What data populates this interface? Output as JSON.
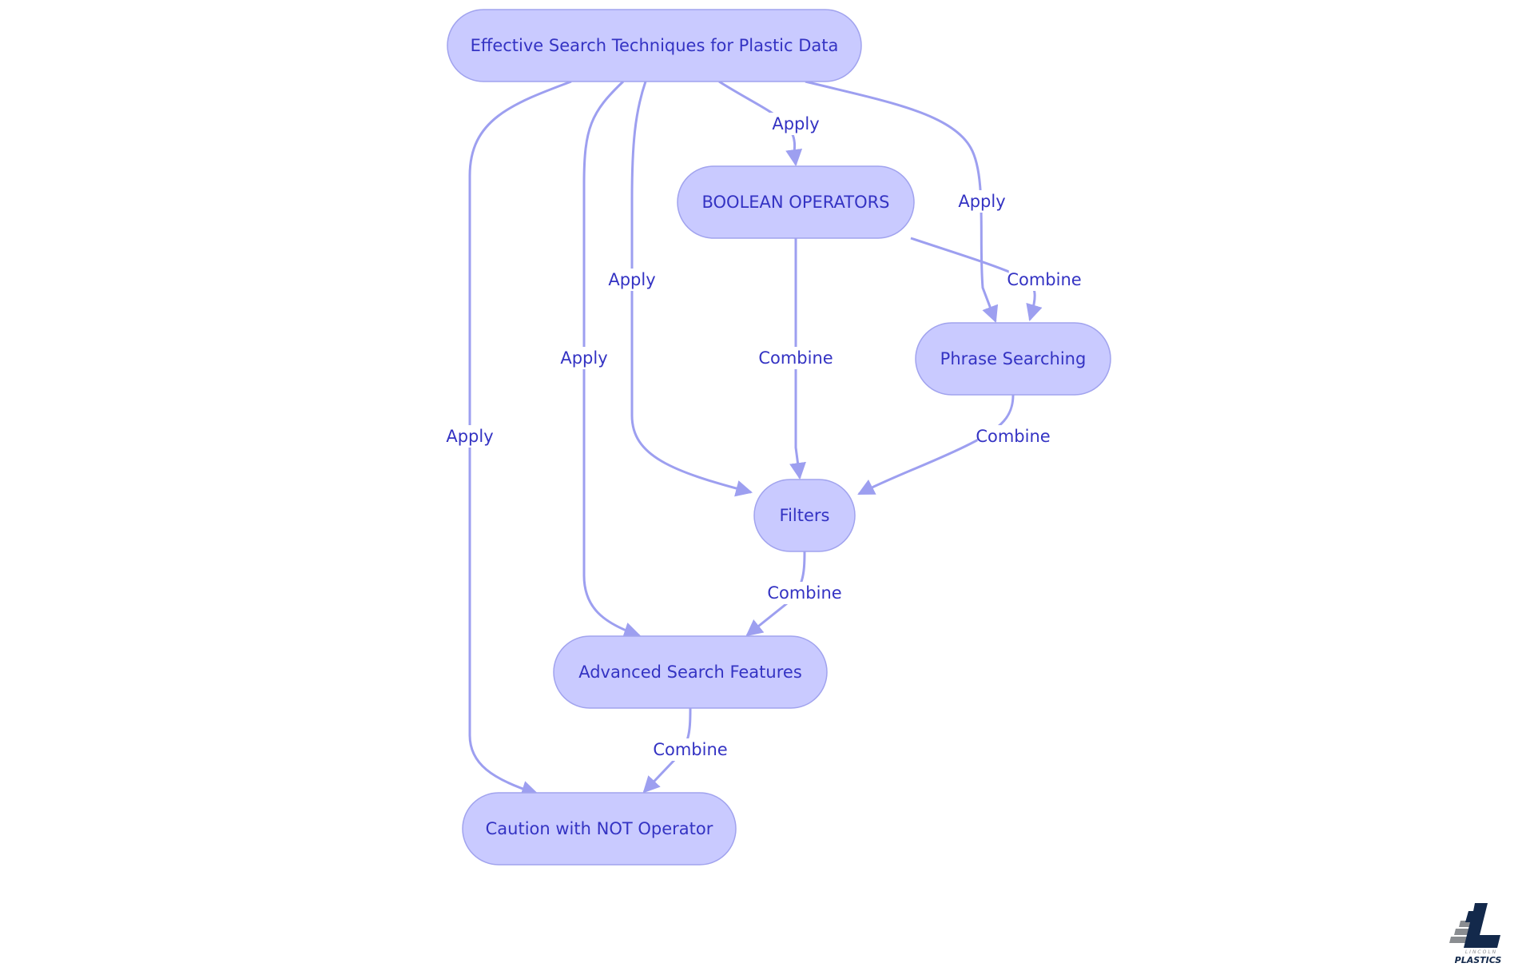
{
  "diagram": {
    "type": "flowchart",
    "colors": {
      "node_fill": "#c9caff",
      "node_stroke": "#a1a3ee",
      "edge": "#9d9ff0",
      "text": "#3433c3"
    },
    "nodes": [
      {
        "id": "root",
        "label": "Effective Search Techniques for Plastic Data"
      },
      {
        "id": "boolean",
        "label": "BOOLEAN OPERATORS"
      },
      {
        "id": "phrase",
        "label": "Phrase Searching"
      },
      {
        "id": "filters",
        "label": "Filters"
      },
      {
        "id": "advanced",
        "label": "Advanced Search Features"
      },
      {
        "id": "caution",
        "label": "Caution with NOT Operator"
      }
    ],
    "edges": [
      {
        "from": "root",
        "to": "boolean",
        "label": "Apply"
      },
      {
        "from": "root",
        "to": "phrase",
        "label": "Apply"
      },
      {
        "from": "root",
        "to": "filters",
        "label": "Apply"
      },
      {
        "from": "root",
        "to": "advanced",
        "label": "Apply"
      },
      {
        "from": "root",
        "to": "caution",
        "label": "Apply"
      },
      {
        "from": "boolean",
        "to": "phrase",
        "label": "Combine"
      },
      {
        "from": "boolean",
        "to": "filters",
        "label": "Combine"
      },
      {
        "from": "phrase",
        "to": "filters",
        "label": "Combine"
      },
      {
        "from": "filters",
        "to": "advanced",
        "label": "Combine"
      },
      {
        "from": "advanced",
        "to": "caution",
        "label": "Combine"
      }
    ]
  },
  "logo": {
    "name": "lincoln-plastics-logo",
    "text_top": "LINCOLN",
    "text_bottom": "PLASTICS",
    "colors": {
      "navy": "#13294b",
      "gray": "#8a8d91"
    }
  }
}
